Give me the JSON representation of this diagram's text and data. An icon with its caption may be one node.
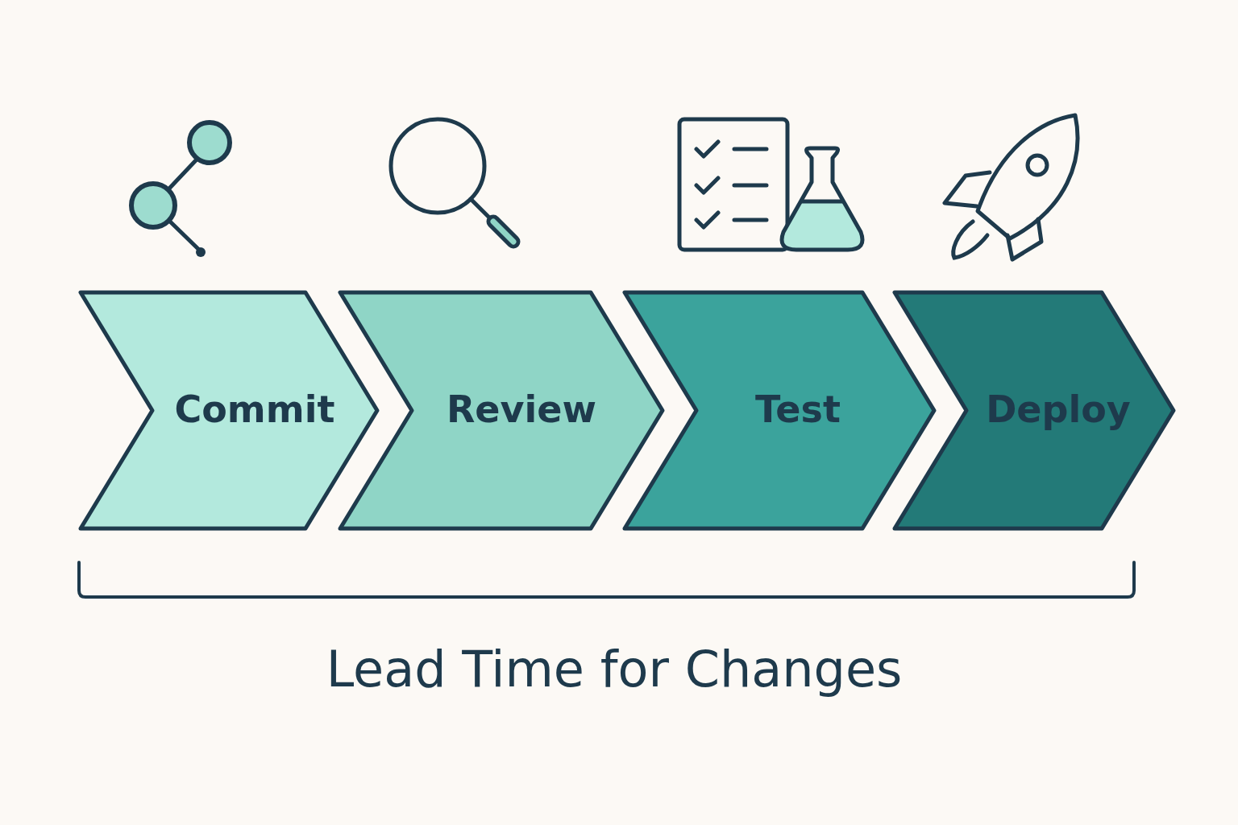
{
  "diagram": {
    "caption": "Lead Time for Changes",
    "nodes": [
      {
        "text": [
          "Commit"
        ]
      },
      {
        "text": [
          "Review"
        ]
      },
      {
        "text": [
          "Test"
        ]
      },
      {
        "text": [
          "Deploy"
        ]
      }
    ]
  }
}
